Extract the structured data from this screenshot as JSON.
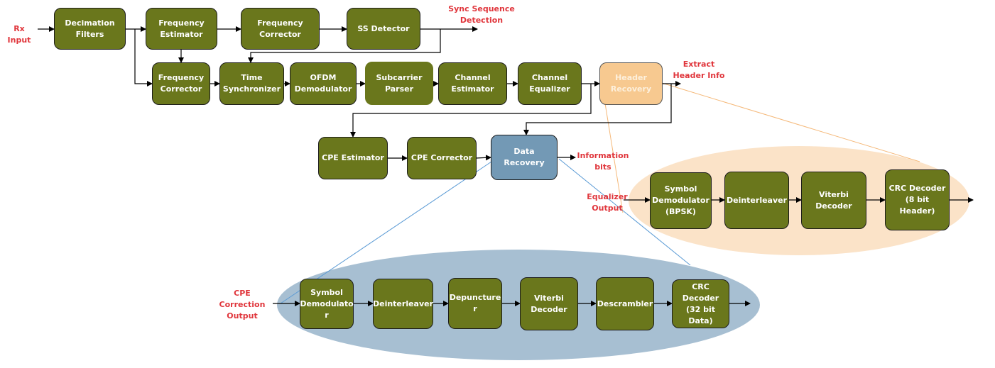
{
  "colors": {
    "block_fill": "#6a771c",
    "header_block_fill": "#f7c990",
    "data_block_fill": "#7399b5",
    "header_ellipse_fill": "#fbe3c8",
    "data_ellipse_fill": "#a7bfd2",
    "label_red": "#e0363c",
    "header_callout_line": "#f5b97a",
    "data_callout_line": "#5b9bd5"
  },
  "labels": {
    "rx_input": "Rx Input",
    "sync_sequence_detection": "Sync Sequence\nDetection",
    "extract_header_info": "Extract\nHeader Info",
    "information_bits": "Information\nbits",
    "equalizer_output": "Equalizer\nOutput",
    "cpe_correction_output": "CPE\nCorrection\nOutput"
  },
  "main_chain": {
    "decimation_filters": "Decimation\nFilters",
    "frequency_estimator": "Frequency\nEstimator",
    "frequency_corrector_top": "Frequency\nCorrector",
    "ss_detector": "SS Detector",
    "frequency_corrector_bottom": "Frequency\nCorrector",
    "time_synchronizer": "Time\nSynchronizer",
    "ofdm_demodulator": "OFDM\nDemodulator",
    "subcarrier_parser": "Subcarrier\nParser",
    "channel_estimator": "Channel\nEstimator",
    "channel_equalizer": "Channel\nEqualizer",
    "header_recovery": "Header\nRecovery",
    "cpe_estimator": "CPE Estimator",
    "cpe_corrector": "CPE Corrector",
    "data_recovery": "Data Recovery"
  },
  "header_recovery_detail": [
    "Symbol\nDemodulator\n(BPSK)",
    "Deinterleaver",
    "Viterbi\nDecoder",
    "CRC Decoder\n(8 bit Header)"
  ],
  "data_recovery_detail": [
    "Symbol\nDemodulato\nr",
    "Deinterleaver",
    "Depuncture\nr",
    "Viterbi\nDecoder",
    "Descrambler",
    "CRC Decoder\n(32 bit Data)"
  ]
}
